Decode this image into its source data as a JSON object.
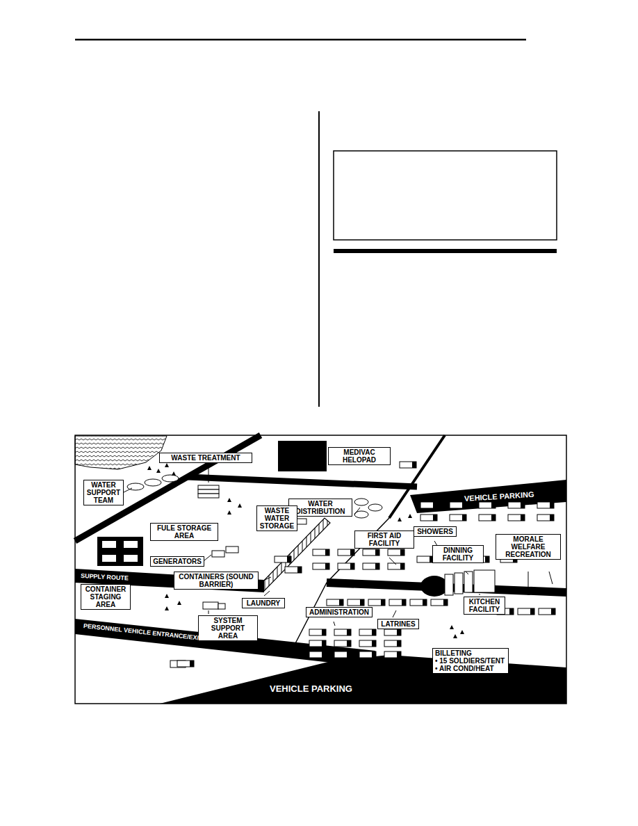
{
  "diagram": {
    "nodes": [
      {
        "text": [
          "WATER SUPPORT TEAM"
        ]
      },
      {
        "text": [
          "WASTE TREATMENT"
        ]
      },
      {
        "text": [
          "MEDIVAC HELOPAD"
        ]
      },
      {
        "text": [
          "WATER DISTRIBUTION"
        ]
      },
      {
        "text": [
          "WASTE WATER STORAGE"
        ]
      },
      {
        "text": [
          "FULE STORAGE AREA"
        ]
      },
      {
        "text": [
          "GENERATORS"
        ]
      },
      {
        "text": [
          "CONTAINERS (SOUND BARRIER)"
        ]
      },
      {
        "text": [
          "LAUNDRY"
        ]
      },
      {
        "text": [
          "CONTAINER STAGING AREA"
        ]
      },
      {
        "text": [
          "SYSTEM SUPPORT AREA"
        ]
      },
      {
        "text": [
          "FIRST AID FACILITY"
        ]
      },
      {
        "text": [
          "SHOWERS"
        ]
      },
      {
        "text": [
          "DINNING FACILITY"
        ]
      },
      {
        "text": [
          "MORALE WELFARE RECREATION"
        ]
      },
      {
        "text": [
          "ADMINISTRATION"
        ]
      },
      {
        "text": [
          "LATRINES"
        ]
      },
      {
        "text": [
          "KITCHEN FACILITY"
        ]
      },
      {
        "text": [
          "BILLETING",
          "• 15 SOLDIERS/TENT",
          "• AIR COND/HEAT"
        ]
      }
    ],
    "labels": [
      "SUPPLY ROUTE",
      "PERSONNEL VEHICLE ENTRANCE/EXIT",
      "VEHICLE PARKING",
      "VEHICLE PARKING"
    ]
  }
}
